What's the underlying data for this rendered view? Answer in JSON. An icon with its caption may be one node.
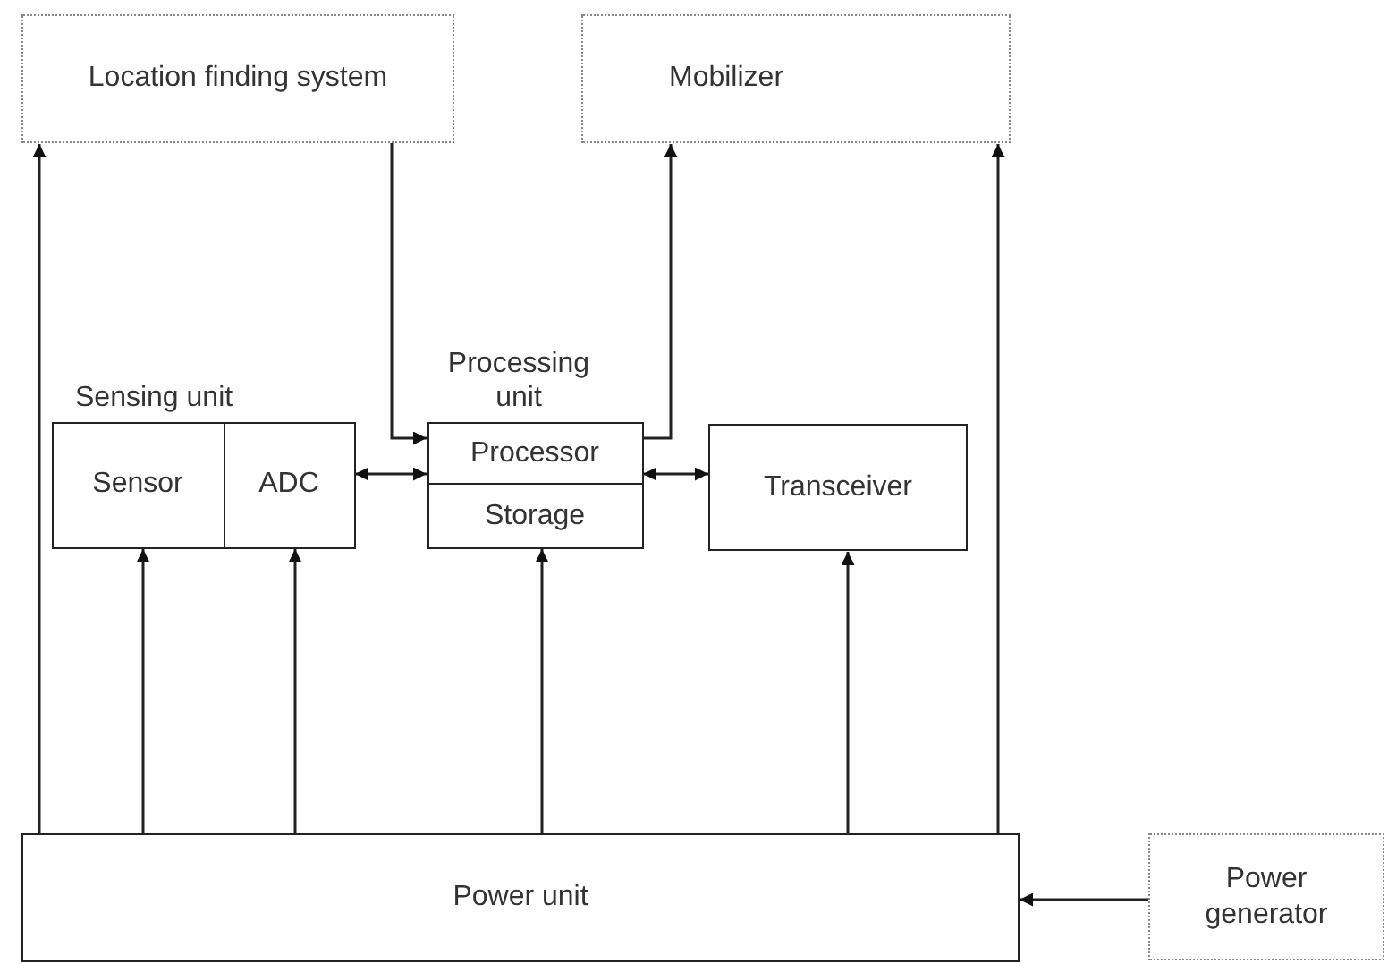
{
  "diagram": {
    "nodes": [
      {
        "text": [
          "Location finding system"
        ]
      },
      {
        "text": [
          "Mobilizer"
        ]
      },
      {
        "text": [
          "Sensing unit"
        ]
      },
      {
        "text": [
          "Sensor"
        ],
        "in": 2
      },
      {
        "text": [
          "ADC"
        ],
        "in": 2
      },
      {
        "text": [
          "Processing unit"
        ]
      },
      {
        "text": [
          "Processor"
        ],
        "in": 5
      },
      {
        "text": [
          "Storage"
        ],
        "in": 5
      },
      {
        "text": [
          "Transceiver"
        ]
      },
      {
        "text": [
          "Power unit"
        ]
      },
      {
        "text": [
          "Power generator"
        ]
      }
    ],
    "edges": [
      {
        "from": 9,
        "to": 0,
        "arrow": "to"
      },
      {
        "from": 9,
        "to": 1,
        "arrow": "to"
      },
      {
        "from": 9,
        "to": 3,
        "arrow": "to"
      },
      {
        "from": 9,
        "to": 4,
        "arrow": "to"
      },
      {
        "from": 9,
        "to": 7,
        "arrow": "to"
      },
      {
        "from": 9,
        "to": 8,
        "arrow": "to"
      },
      {
        "from": 0,
        "to": 6,
        "arrow": "to"
      },
      {
        "from": 6,
        "to": 1,
        "arrow": "to"
      },
      {
        "from": 4,
        "to": 6,
        "arrow": "both"
      },
      {
        "from": 6,
        "to": 8,
        "arrow": "both"
      },
      {
        "from": 10,
        "to": 9,
        "arrow": "to"
      }
    ]
  }
}
